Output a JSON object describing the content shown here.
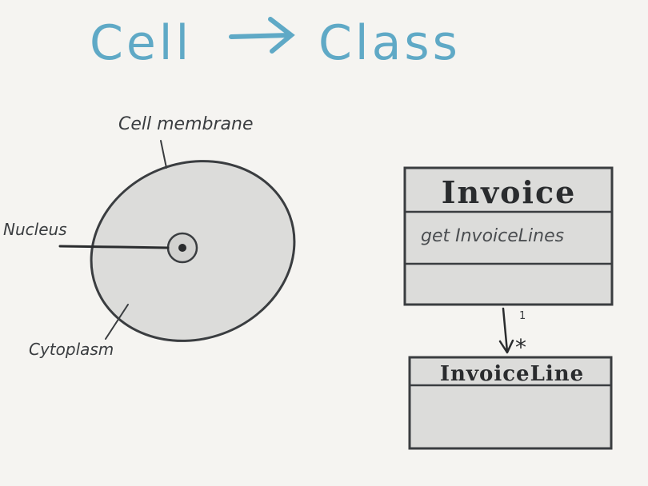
{
  "title": {
    "left": "Cell",
    "right": "Class",
    "color": "#5fa9c6"
  },
  "cell_diagram": {
    "labels": {
      "membrane": "Cell membrane",
      "nucleus": "Nucleus",
      "cytoplasm": "Cytoplasm"
    },
    "fill": "#dcdcda",
    "stroke": "#3a3d40"
  },
  "uml": {
    "invoice": {
      "name": "Invoice",
      "methods": [
        "get InvoiceLines"
      ]
    },
    "invoice_line": {
      "name": "InvoiceLine"
    },
    "association": {
      "source_multiplicity": "1",
      "target_multiplicity": "*"
    },
    "fill": "#dcdcda",
    "stroke": "#3a3d40"
  }
}
